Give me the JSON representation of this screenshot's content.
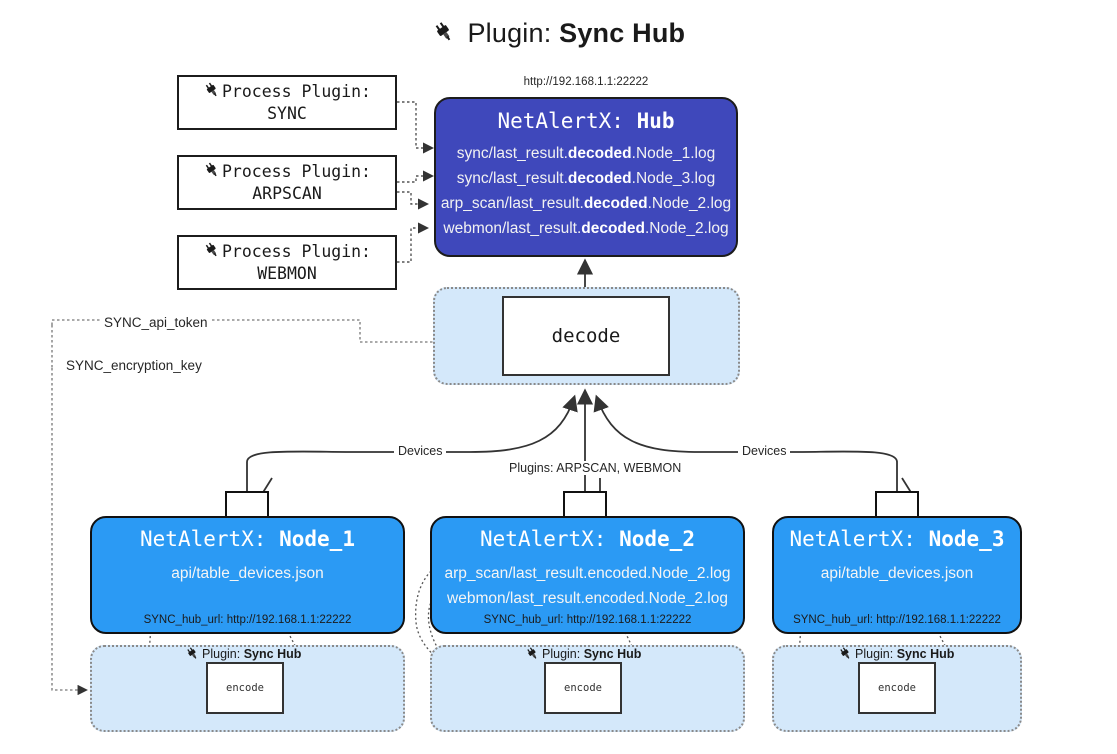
{
  "page": {
    "title_prefix": "Plugin:",
    "title_name": "Sync Hub",
    "plug_icon": "plug-icon"
  },
  "process_plugins": [
    {
      "line1": "Process Plugin:",
      "line2": "SYNC"
    },
    {
      "line1": "Process Plugin:",
      "line2": "ARPSCAN"
    },
    {
      "line1": "Process Plugin:",
      "line2": "WEBMON"
    }
  ],
  "hub": {
    "url": "http://192.168.1.1:22222",
    "title_prefix": "NetAlertX:",
    "title_name": "Hub",
    "logs": [
      {
        "pre": "sync/last_result.",
        "mid": "decoded",
        "post": ".Node_1.log"
      },
      {
        "pre": "sync/last_result.",
        "mid": "decoded",
        "post": ".Node_3.log"
      },
      {
        "pre": "arp_scan/last_result.",
        "mid": "decoded",
        "post": ".Node_2.log"
      },
      {
        "pre": "webmon/last_result.",
        "mid": "decoded",
        "post": ".Node_2.log"
      }
    ]
  },
  "decode": {
    "label": "decode"
  },
  "env": {
    "api_token": "SYNC_api_token",
    "encryption_key": "SYNC_encryption_key"
  },
  "edges": {
    "devices_left": "Devices",
    "devices_right": "Devices",
    "plugins_center": "Plugins: ARPSCAN, WEBMON"
  },
  "nodes": [
    {
      "title_prefix": "NetAlertX:",
      "title_name": "Node_1",
      "lines": [
        "api/table_devices.json"
      ],
      "foot": "SYNC_hub_url: http://192.168.1.1:22222"
    },
    {
      "title_prefix": "NetAlertX:",
      "title_name": "Node_2",
      "lines": [
        "arp_scan/last_result.encoded.Node_2.log",
        "webmon/last_result.encoded.Node_2.log"
      ],
      "foot": "SYNC_hub_url: http://192.168.1.1:22222"
    },
    {
      "title_prefix": "NetAlertX:",
      "title_name": "Node_3",
      "lines": [
        "api/table_devices.json"
      ],
      "foot": "SYNC_hub_url: http://192.168.1.1:22222"
    }
  ],
  "encoders": [
    {
      "label_prefix": "Plugin:",
      "label_name": "Sync Hub",
      "box": "encode"
    },
    {
      "label_prefix": "Plugin:",
      "label_name": "Sync Hub",
      "box": "encode"
    },
    {
      "label_prefix": "Plugin:",
      "label_name": "Sync Hub",
      "box": "encode"
    }
  ],
  "colors": {
    "hub_fill": "#3f48bb",
    "node_fill": "#2b9af4",
    "container_fill": "#d4e8fa",
    "stroke": "#333333",
    "background": "#ffffff"
  }
}
